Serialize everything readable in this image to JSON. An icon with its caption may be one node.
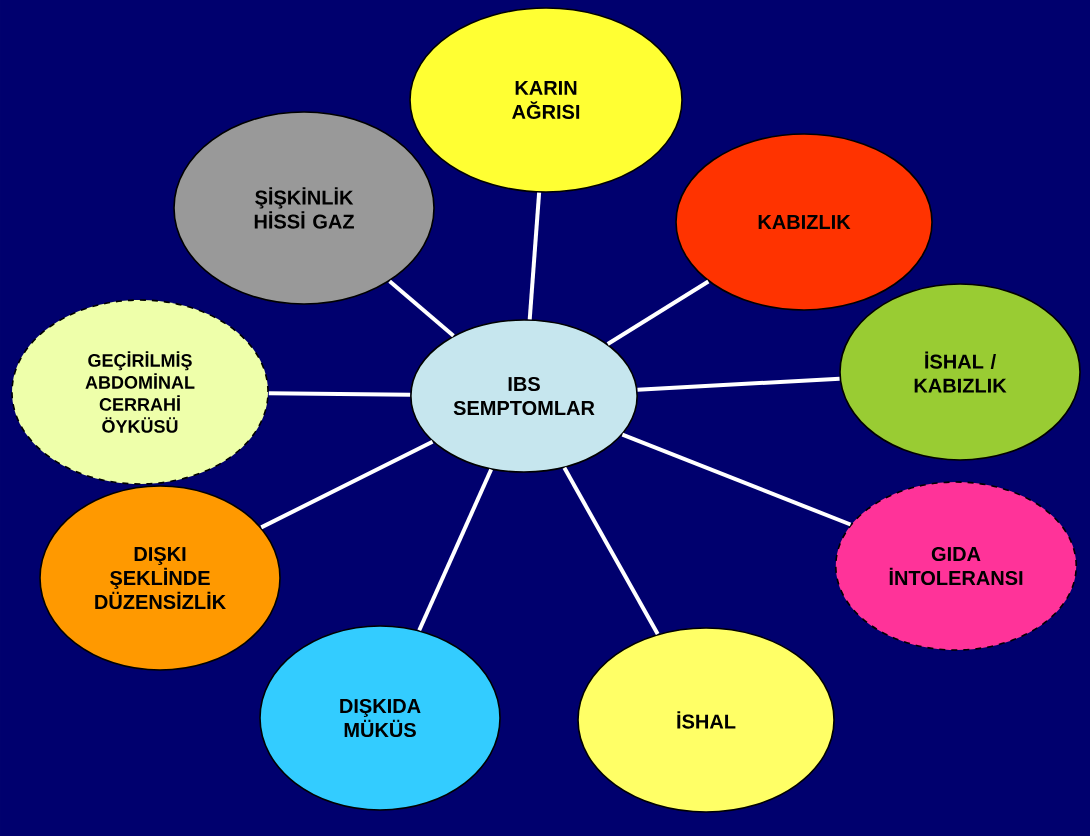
{
  "diagram": {
    "nodes": [
      {
        "text": [
          "IBS SEMPTOMLAR"
        ]
      },
      {
        "text": [
          "KARIN AĞRISI"
        ]
      },
      {
        "text": [
          "KABIZLIK"
        ]
      },
      {
        "text": [
          "İSHAL / KABIZLIK"
        ]
      },
      {
        "text": [
          "GIDA İNTOLERANSI"
        ]
      },
      {
        "text": [
          "İSHAL"
        ]
      },
      {
        "text": [
          "DIŞKIDA MÜKÜS"
        ]
      },
      {
        "text": [
          "DIŞKI ŞEKLİNDE DÜZENSİZLİK"
        ]
      },
      {
        "text": [
          "GEÇİRİLMİŞ ABDOMİNAL CERRAHİ ÖYKÜSÜ"
        ]
      },
      {
        "text": [
          "ŞİŞKİNLİK HİSSİ GAZ"
        ]
      }
    ],
    "edges": [
      {
        "from": 0,
        "to": 1,
        "arrow": "none"
      },
      {
        "from": 0,
        "to": 2,
        "arrow": "none"
      },
      {
        "from": 0,
        "to": 3,
        "arrow": "none"
      },
      {
        "from": 0,
        "to": 4,
        "arrow": "none"
      },
      {
        "from": 0,
        "to": 5,
        "arrow": "none"
      },
      {
        "from": 0,
        "to": 6,
        "arrow": "none"
      },
      {
        "from": 0,
        "to": 7,
        "arrow": "none"
      },
      {
        "from": 0,
        "to": 8,
        "arrow": "none"
      },
      {
        "from": 0,
        "to": 9,
        "arrow": "none"
      }
    ]
  }
}
